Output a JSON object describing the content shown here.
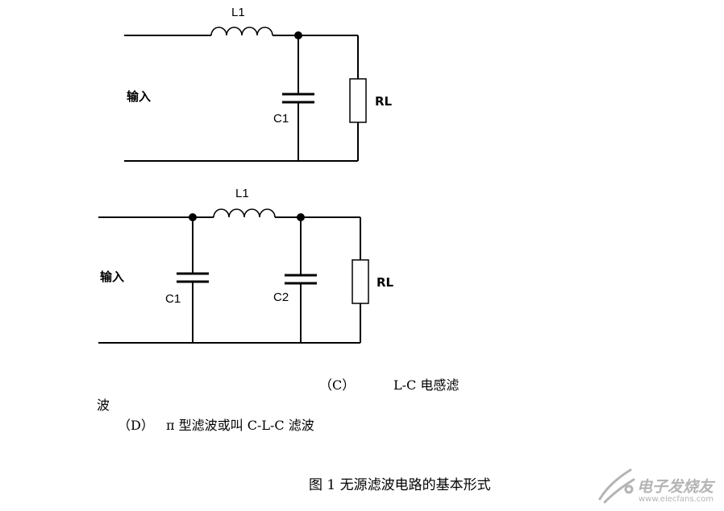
{
  "diagram_a": {
    "inductor": "L1",
    "capacitor": "C1",
    "resistor": "RL",
    "input": "输入"
  },
  "diagram_b": {
    "inductor": "L1",
    "capacitor1": "C1",
    "capacitor2": "C2",
    "resistor": "RL",
    "input": "输入"
  },
  "captions": {
    "c_label": "（C）",
    "c_text": "L-C 电感滤",
    "c_wrap": "波",
    "d_label": "（D）",
    "d_text": "π 型滤波或叫 C-L-C 滤波"
  },
  "figure_caption": "图 1 无源滤波电路的基本形式",
  "watermark": {
    "text": "电子发烧友",
    "url": "www.elecfans.com"
  },
  "colors": {
    "line": "#000000",
    "watermark": "#b4b4b4"
  }
}
